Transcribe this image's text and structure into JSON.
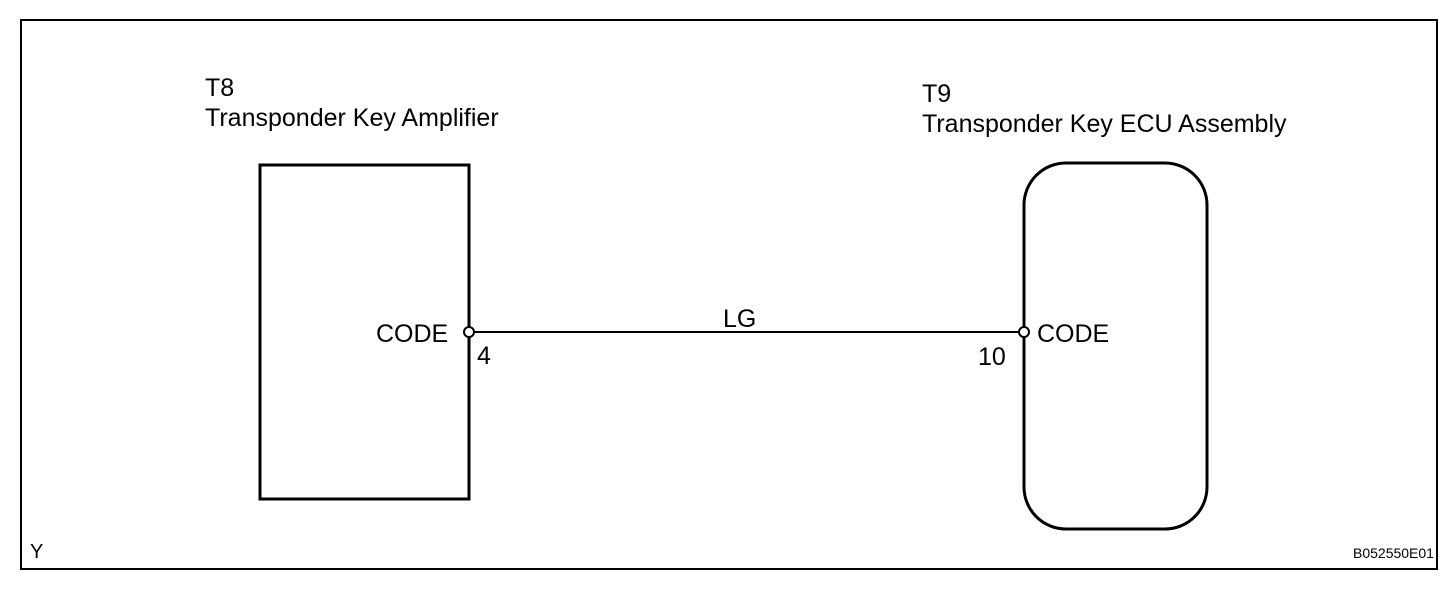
{
  "t8": {
    "connector": "T8",
    "component": "Transponder Key Amplifier",
    "terminal_name": "CODE",
    "pin": "4"
  },
  "t9": {
    "connector": "T9",
    "component": "Transponder Key ECU Assembly",
    "terminal_name": "CODE",
    "pin": "10"
  },
  "wire": {
    "color_code": "LG"
  },
  "footer": {
    "corner_letter": "Y",
    "figure_id": "B052550E01"
  },
  "colors": {
    "line": "#000000",
    "background": "#ffffff"
  }
}
